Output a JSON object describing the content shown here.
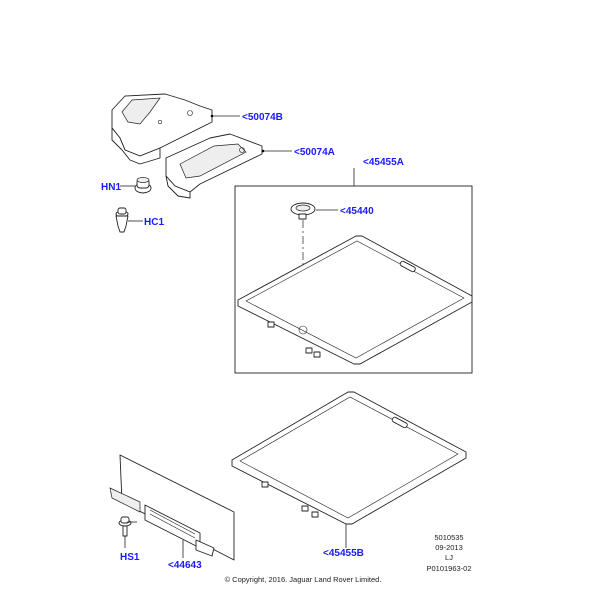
{
  "callouts": {
    "p50074B": "<50074B",
    "p50074A": "<50074A",
    "p45455A": "<45455A",
    "hn1": "HN1",
    "hc1": "HC1",
    "p45440": "<45440",
    "p45455B": "<45455B",
    "hs1": "HS1",
    "p44643": "<44643"
  },
  "notes": {
    "line1": "5010535",
    "line2": "09-2013",
    "line3": "LJ",
    "line4": "P0101963-02"
  },
  "copyright": "© Copyright, 2016. Jaguar Land Rover Limited.",
  "colors": {
    "callout": "#1a1aff"
  }
}
